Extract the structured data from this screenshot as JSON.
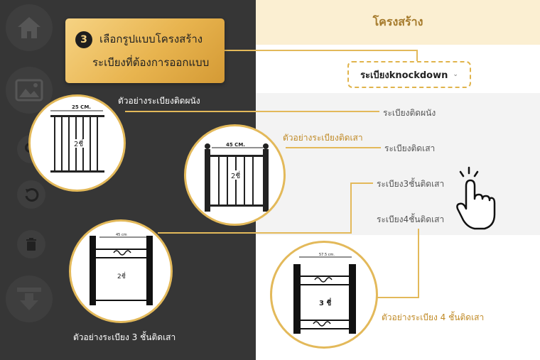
{
  "panel_title": "โครงสร้าง",
  "step": {
    "number": "3",
    "line1": "เลือกรูปแบบโครงสร้าง",
    "line2": "ระเบียงที่ต้องการออกแบบ"
  },
  "dropdown": {
    "selected": "ระเบียงknockdown"
  },
  "options": [
    "ระเบียงติดผนัง",
    "ระเบียงติดเสา",
    "ระเบียง3ชั้นติดเสา",
    "ระเบียง4ชั้นติดเสา"
  ],
  "examples": {
    "wall": {
      "caption": "ตัวอย่างระเบียงติดผนัง",
      "dimension": "25 CM.",
      "text": "2ชี่"
    },
    "post": {
      "caption": "ตัวอย่างระเบียงติดเสา",
      "dimension": "45 CM.",
      "text": "2ชี่"
    },
    "three": {
      "caption": "ตัวอย่างระเบียง 3 ชั้นติดเสา",
      "dimension": "45 cm",
      "text": "2ชี่"
    },
    "four": {
      "caption": "ตัวอย่างระเบียง 4 ชั้นติดเสา",
      "dimension": "57.5 cm.",
      "text": "3 ชี่"
    }
  },
  "icons": [
    "home-icon",
    "image-icon",
    "undo-icon",
    "trash-icon",
    "download-icon",
    "pointer-hand-icon"
  ],
  "colors": {
    "accent": "#e3b95a",
    "dark_panel": "#363636",
    "header": "#fbefd2"
  }
}
